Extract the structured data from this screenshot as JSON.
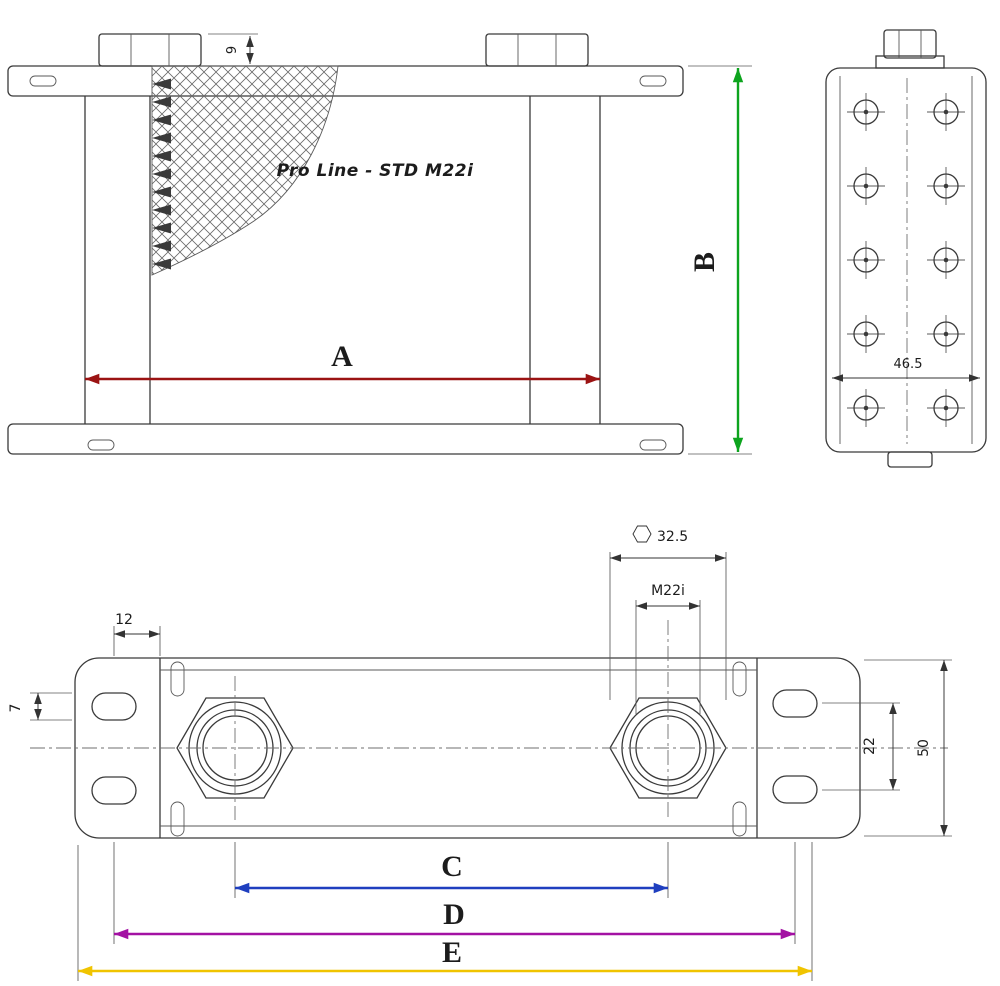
{
  "product": {
    "label": "Pro Line - STD M22i"
  },
  "colors": {
    "line": "#3a3a3a",
    "dim_a": "#9b1313",
    "dim_b": "#0da41e",
    "dim_c": "#1f3fbf",
    "dim_d": "#a311a3",
    "dim_e": "#f0c400"
  },
  "dimensions": {
    "a": {
      "label": "A"
    },
    "b": {
      "label": "B"
    },
    "c": {
      "label": "C"
    },
    "d": {
      "label": "D"
    },
    "e": {
      "label": "E"
    },
    "n9": {
      "label": "9"
    },
    "n46_5": {
      "label": "46.5"
    },
    "n12": {
      "label": "12"
    },
    "n7": {
      "label": "7"
    },
    "n32_5": {
      "label": "32.5"
    },
    "m22i": {
      "label": "M22i"
    },
    "n22": {
      "label": "22"
    },
    "n50": {
      "label": "50"
    }
  }
}
